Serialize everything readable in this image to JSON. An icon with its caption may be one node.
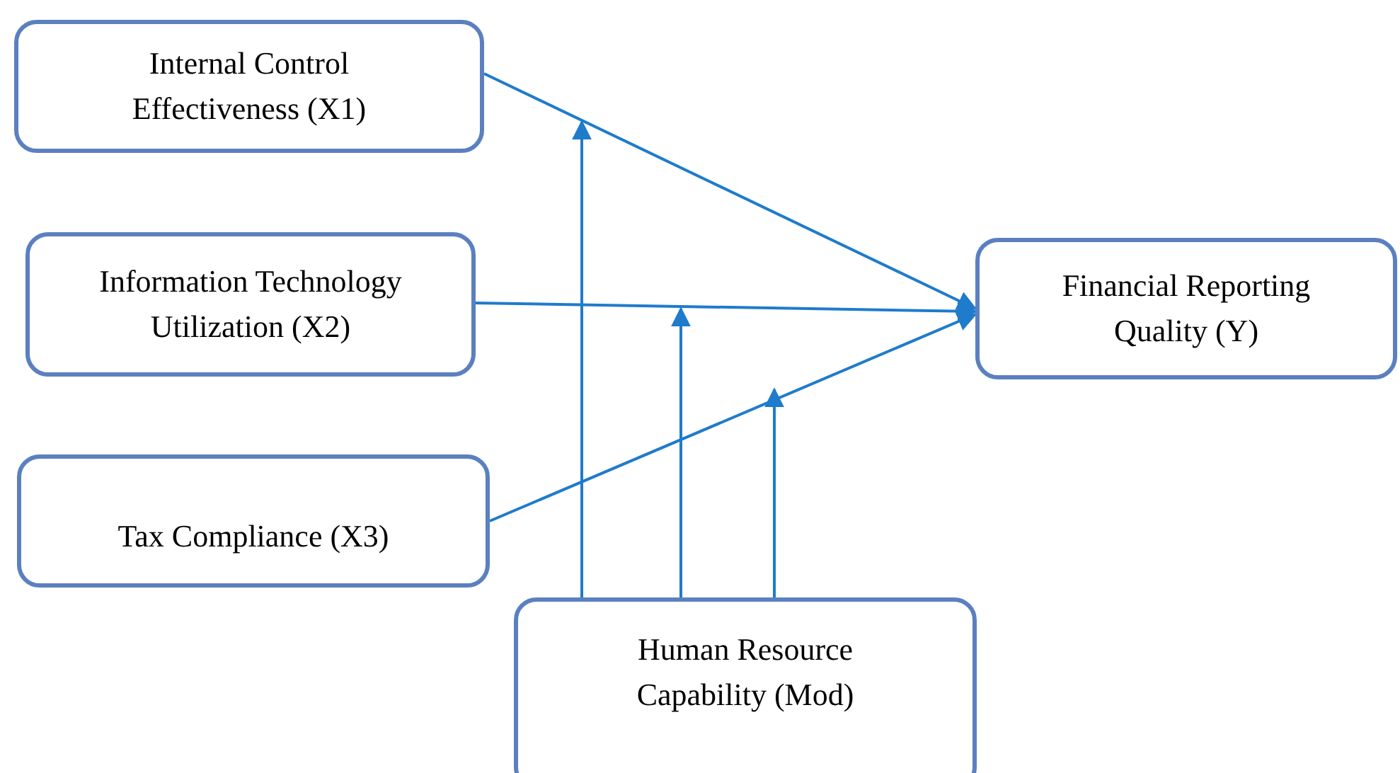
{
  "diagram": {
    "nodes": [
      {
        "text": [
          "Internal Control Effectiveness (X1)"
        ]
      },
      {
        "text": [
          "Information Technology Utilization (X2)"
        ]
      },
      {
        "text": [
          "Tax Compliance (X3)"
        ]
      },
      {
        "text": [
          "Financial Reporting Quality (Y)"
        ]
      },
      {
        "text": [
          "Human Resource Capability (Mod)"
        ]
      }
    ],
    "edges": [
      {
        "from": 0,
        "to": 3,
        "arrow": "to"
      },
      {
        "from": 1,
        "to": 3,
        "arrow": "to"
      },
      {
        "from": 2,
        "to": 3,
        "arrow": "to"
      },
      {
        "from": 4,
        "to": null,
        "arrow": "to"
      },
      {
        "from": 4,
        "to": null,
        "arrow": "to"
      },
      {
        "from": 4,
        "to": null,
        "arrow": "to"
      }
    ]
  }
}
